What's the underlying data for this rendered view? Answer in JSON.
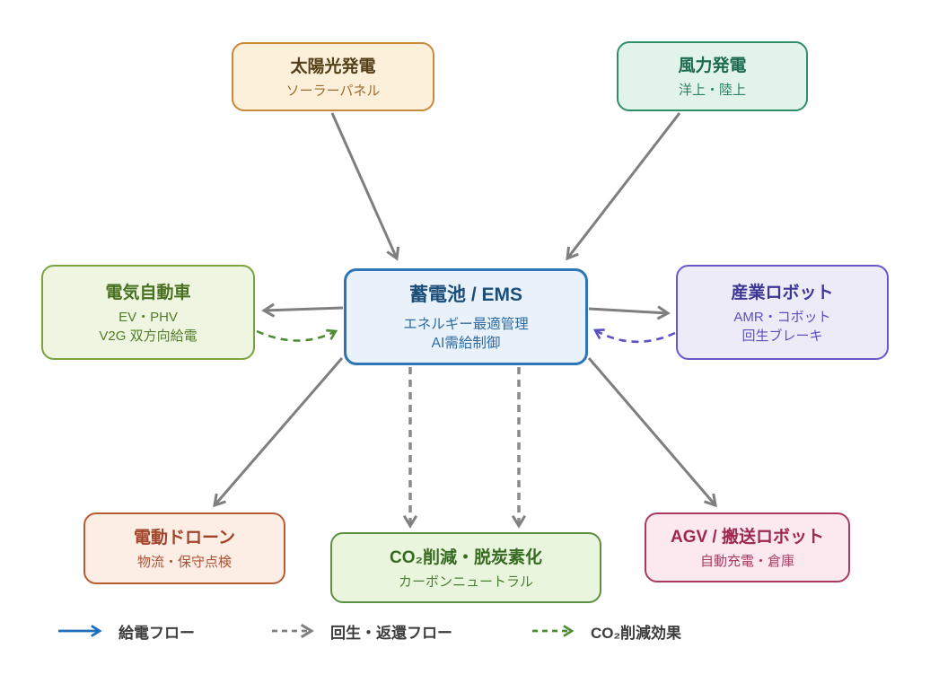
{
  "diagram": {
    "title": "",
    "nodes": {
      "solar": {
        "title": "太陽光発電",
        "lines": [
          "ソーラーパネル"
        ],
        "fill": "#fdf0da",
        "border": "#c9893b",
        "title_color": "#55401a",
        "sub_color": "#9c6b2f"
      },
      "wind": {
        "title": "風力発電",
        "lines": [
          "洋上・陸上"
        ],
        "fill": "#e2f3ea",
        "border": "#2f8f6a",
        "title_color": "#1c6a50",
        "sub_color": "#2c8065"
      },
      "ev": {
        "title": "電気自動車",
        "lines": [
          "EV・PHV",
          "V2G 双方向給電"
        ],
        "fill": "#eef5e0",
        "border": "#7ba23f",
        "title_color": "#47701f",
        "sub_color": "#527d2a"
      },
      "ems": {
        "title": "蓄電池 / EMS",
        "lines": [
          "エネルギー最適管理",
          "AI需給制御"
        ],
        "fill": "#e9f1fb",
        "border": "#2e75b6",
        "title_color": "#1b4e79",
        "sub_color": "#2d6da3"
      },
      "robot": {
        "title": "産業ロボット",
        "lines": [
          "AMR・コボット",
          "回生ブレーキ"
        ],
        "fill": "#edebf8",
        "border": "#6658c8",
        "title_color": "#3c3794",
        "sub_color": "#5a50c0"
      },
      "drone": {
        "title": "電動ドローン",
        "lines": [
          "物流・保守点検"
        ],
        "fill": "#fcede5",
        "border": "#b85c35",
        "title_color": "#a2442a",
        "sub_color": "#ad5233"
      },
      "co2": {
        "title": "CO₂削減・脱炭素化",
        "lines": [
          "カーボンニュートラル"
        ],
        "fill": "#eaf5de",
        "border": "#5c9141",
        "title_color": "#376b21",
        "sub_color": "#4c8032"
      },
      "agv": {
        "title": "AGV / 搬送ロボット",
        "lines": [
          "自動充電・倉庫"
        ],
        "fill": "#fce9ef",
        "border": "#a93b5e",
        "title_color": "#9d2850",
        "sub_color": "#a83c5e"
      }
    },
    "flows": [
      {
        "from": "solar",
        "to": "ems",
        "style": "solid",
        "color": "#7f7f7f"
      },
      {
        "from": "wind",
        "to": "ems",
        "style": "solid",
        "color": "#7f7f7f"
      },
      {
        "from": "ems",
        "to": "ev",
        "style": "solid",
        "color": "#7f7f7f"
      },
      {
        "from": "ev",
        "to": "ems",
        "style": "dashed",
        "color": "#4e8c34"
      },
      {
        "from": "ems",
        "to": "robot",
        "style": "solid",
        "color": "#7f7f7f"
      },
      {
        "from": "robot",
        "to": "ems",
        "style": "dashed",
        "color": "#5a51c2"
      },
      {
        "from": "ems",
        "to": "drone",
        "style": "solid",
        "color": "#7f7f7f"
      },
      {
        "from": "ems",
        "to": "agv",
        "style": "solid",
        "color": "#7f7f7f"
      },
      {
        "from": "ems",
        "to": "co2",
        "style": "dashed",
        "color": "#7f7f7f"
      },
      {
        "from": "ems",
        "to": "co2",
        "style": "dashed",
        "color": "#7f7f7f"
      }
    ],
    "legend": [
      {
        "label": "給電フロー",
        "line_style": "solid",
        "color": "#1e6fbe"
      },
      {
        "label": "回生・返還フロー",
        "line_style": "dashed",
        "color": "#7f7f7f"
      },
      {
        "label": "CO₂削減効果",
        "line_style": "dashed",
        "color": "#4e8c34"
      }
    ]
  }
}
